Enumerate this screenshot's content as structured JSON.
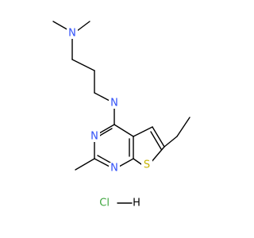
{
  "structure": {
    "colors": {
      "bond": "#000000",
      "nitrogen": "#3050F8",
      "sulfur": "#C6B200",
      "salt": "#3FA63F"
    },
    "labels": {
      "amine_n_top": "N",
      "amine_n_mid": "N",
      "ring_n_upper": "N",
      "ring_n_lower": "N",
      "ring_s": "S",
      "salt": "HCl"
    }
  }
}
